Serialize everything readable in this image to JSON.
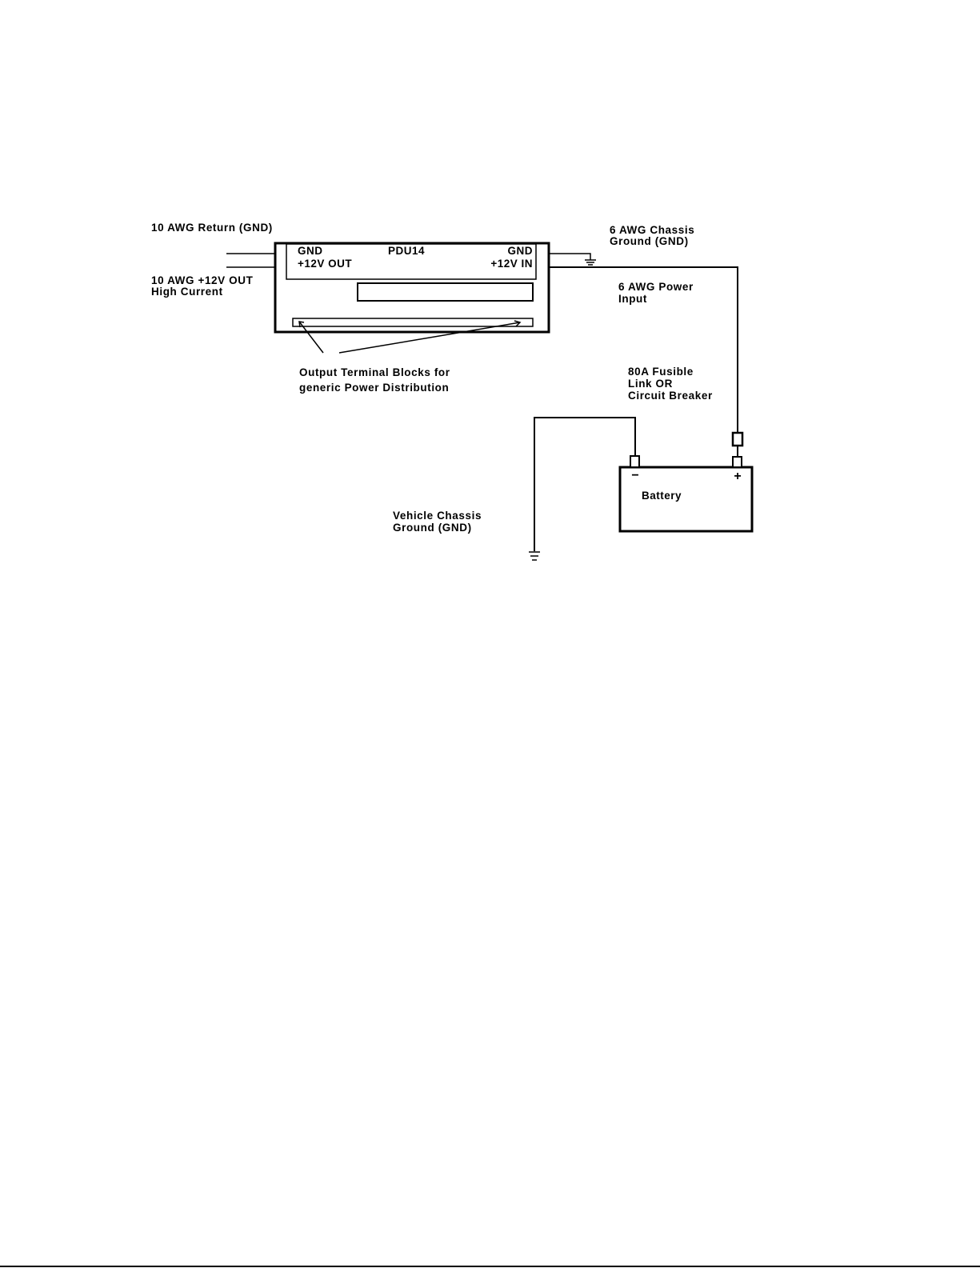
{
  "diagram": {
    "labels": {
      "return_wire": "10 AWG Return (GND)",
      "out_wire_line1": "10 AWG +12V OUT",
      "out_wire_line2": "High Current",
      "chassis_wire_line1": "6 AWG Chassis",
      "chassis_wire_line2": "Ground  (GND)",
      "power_wire_line1": "6 AWG Power",
      "power_wire_line2": "Input",
      "fuse_line1": "80A Fusible",
      "fuse_line2": "Link  OR",
      "fuse_line3": "Circuit Breaker",
      "terminal_line1": "Output Terminal Blocks for",
      "terminal_line2": "generic Power Distribution",
      "vehicle_ground_line1": "Vehicle Chassis",
      "vehicle_ground_line2": "Ground (GND)"
    },
    "pdu": {
      "name": "PDU14",
      "left_gnd": "GND",
      "left_out": "+12V OUT",
      "right_gnd": "GND",
      "right_in": "+12V IN"
    },
    "battery": {
      "name": "Battery",
      "negative": "−",
      "positive": "+"
    }
  }
}
